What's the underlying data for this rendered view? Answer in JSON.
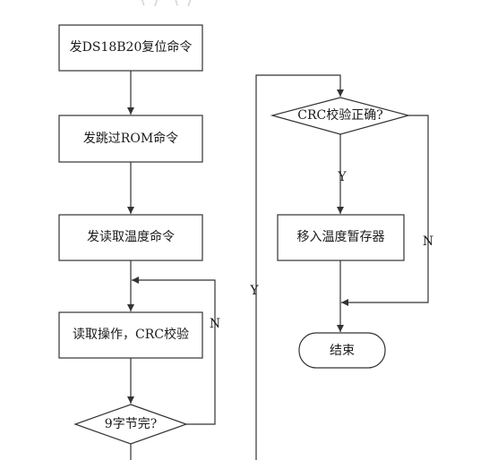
{
  "nodes": {
    "reset_cmd": "发DS18B20复位命令",
    "skip_rom_cmd": "发跳过ROM命令",
    "read_temp_cmd": "发读取温度命令",
    "read_op": "读取操作，CRC校验",
    "nine_bytes_done": "9字节完?",
    "crc_ok": "CRC校验正确?",
    "move_temp": "移入温度暂存器",
    "end": "结束"
  },
  "edge_labels": {
    "loop_n": "N",
    "to_crc_y": "Y",
    "crc_y": "Y",
    "crc_n": "N"
  },
  "colors": {
    "stroke": "#333333",
    "text": "#1a1a1a"
  }
}
